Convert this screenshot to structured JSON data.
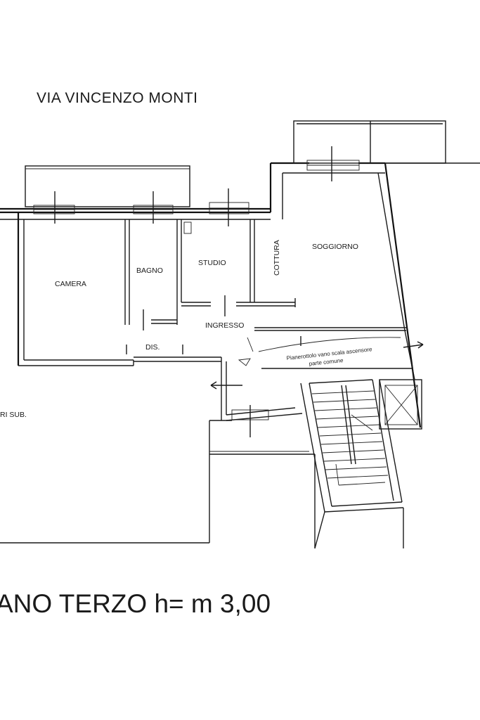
{
  "street_label": "VIA VINCENZO MONTI",
  "caption": "ANO TERZO h= m 3,00",
  "rooms": {
    "camera": "CAMERA",
    "bagno": "BAGNO",
    "studio": "STUDIO",
    "cottura": "COTTURA",
    "soggiorno": "SOGGIORNO",
    "ingresso": "INGRESSO",
    "dis": "DIS."
  },
  "annotations": {
    "landing_line1": "Pianerottolo vano scala ascensore",
    "landing_line2": "parte comune",
    "other_sub": "RI SUB."
  }
}
